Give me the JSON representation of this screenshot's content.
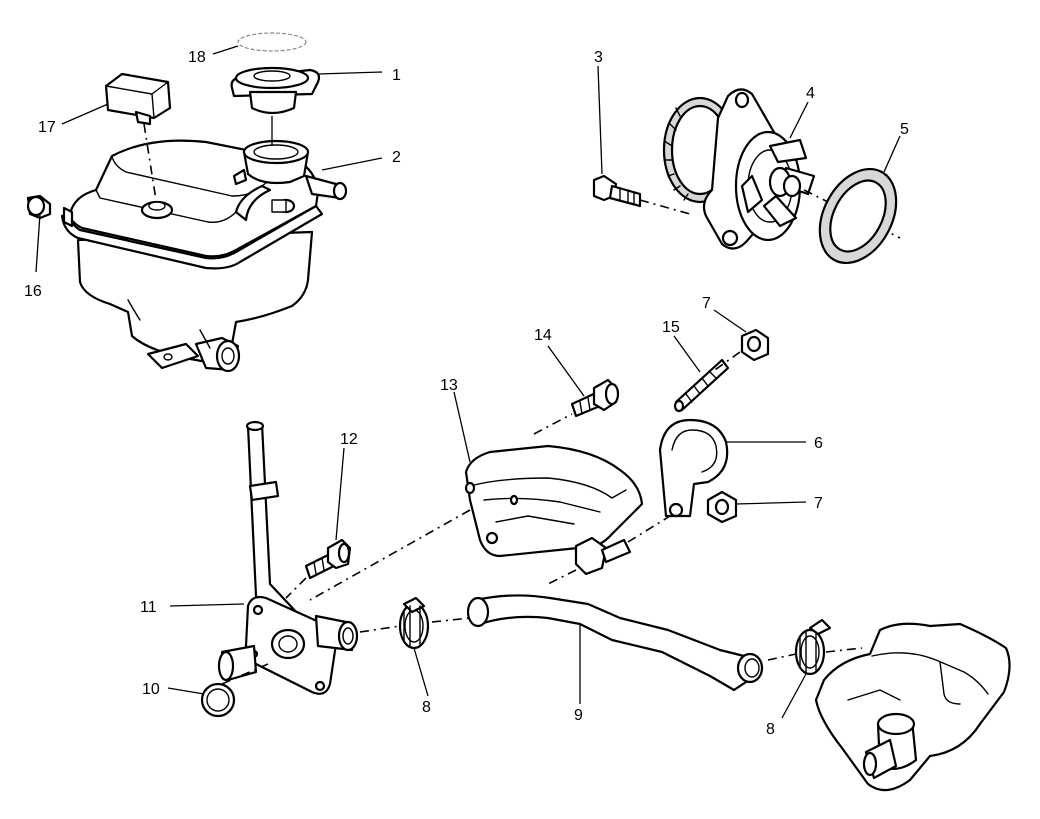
{
  "diagram": {
    "callouts": {
      "c1": "1",
      "c2": "2",
      "c3": "3",
      "c4": "4",
      "c5": "5",
      "c6": "6",
      "c7a": "7",
      "c7b": "7",
      "c8a": "8",
      "c8b": "8",
      "c9": "9",
      "c10": "10",
      "c11": "11",
      "c12": "12",
      "c13": "13",
      "c14": "14",
      "c15": "15",
      "c16": "16",
      "c17": "17",
      "c18": "18"
    }
  }
}
